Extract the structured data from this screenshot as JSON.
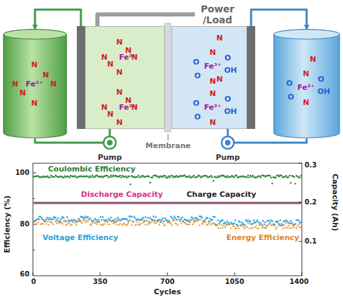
{
  "diagram": {
    "nodes": [
      {
        "text": [
          "Power /Load"
        ]
      },
      {
        "text": [
          "Fe²⁺"
        ]
      },
      {
        "text": [
          "Fe³⁺",
          "Fe²⁺"
        ]
      },
      {
        "text": [
          "Fe³⁺",
          "Fe²⁺"
        ]
      },
      {
        "text": [
          "Fe²⁺"
        ]
      },
      {
        "text": [
          "Pump"
        ]
      },
      {
        "text": [
          "Pump"
        ]
      }
    ],
    "edges": [
      {
        "from": 0,
        "to": 2,
        "arrow": "none"
      },
      {
        "from": 0,
        "to": 3,
        "arrow": "none"
      },
      {
        "from": 2,
        "to": 1,
        "arrow": "to"
      },
      {
        "from": 1,
        "to": 5,
        "arrow": "none"
      },
      {
        "from": 5,
        "to": 2,
        "arrow": "none"
      },
      {
        "from": 3,
        "to": 4,
        "arrow": "to"
      },
      {
        "from": 4,
        "to": 6,
        "arrow": "none"
      },
      {
        "from": 6,
        "to": 3,
        "arrow": "none"
      }
    ],
    "labels": [
      "Membrane",
      "N",
      "N",
      "N",
      "N",
      "N",
      "N",
      "N",
      "N",
      "N",
      "N",
      "N",
      "N",
      "N",
      "N",
      "N",
      "N",
      "N",
      "N",
      "N",
      "N",
      "O",
      "O",
      "O",
      "OH",
      "N",
      "N",
      "N",
      "O",
      "O",
      "O",
      "OH",
      "N",
      "N",
      "N",
      "O",
      "O",
      "O",
      "OH",
      "N",
      "Coulombic Efficiency",
      "Discharge Capacity",
      "Charge Capacity",
      "Voltage Efficiency",
      "Energy Efficiency",
      "Efficiency (%)",
      "Capacity (Ah)",
      "Cycles",
      "100",
      "80",
      "60",
      "0",
      "350",
      "700",
      "1050",
      "1400",
      "0.3",
      "0.2",
      "0.1"
    ]
  }
}
